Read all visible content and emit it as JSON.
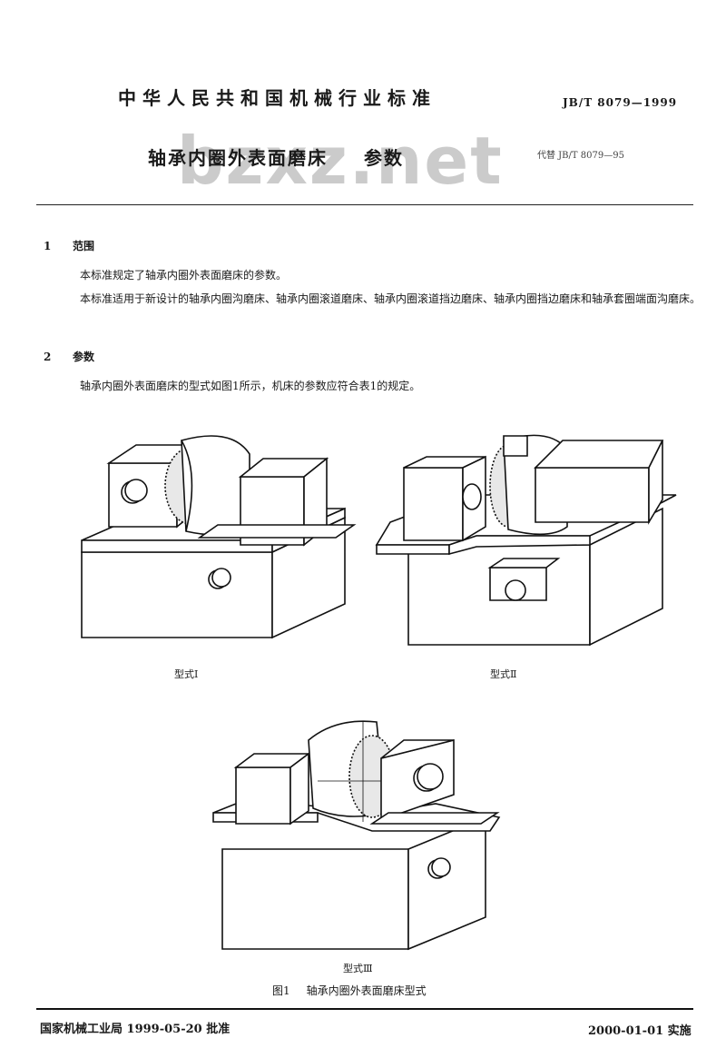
{
  "header": {
    "standard_title": "中华人民共和国机械行业标准",
    "code": "JB/T 8079—1999",
    "doc_title_main": "轴承内圈外表面磨床",
    "doc_title_sub": "参数",
    "replaces": "代替 JB/T 8079—95",
    "watermark": "bzxz.net"
  },
  "sections": [
    {
      "number": "1",
      "title": "范围",
      "paragraphs": [
        "本标准规定了轴承内圈外表面磨床的参数。",
        "本标准适用于新设计的轴承内圈沟磨床、轴承内圈滚道磨床、轴承内圈滚道挡边磨床、轴承内圈挡边磨床和轴承套圈端面沟磨床。"
      ]
    },
    {
      "number": "2",
      "title": "参数",
      "paragraphs": [
        "轴承内圈外表面磨床的型式如图1所示，机床的参数应符合表1的规定。"
      ]
    }
  ],
  "figure": {
    "captions": [
      "型式Ⅰ",
      "型式Ⅱ",
      "型式Ⅲ"
    ],
    "label": "图1",
    "title": "轴承内圈外表面磨床型式"
  },
  "footer": {
    "issuer": "国家机械工业局 1999-05-20 批准",
    "effective": "2000-01-01 实施"
  }
}
